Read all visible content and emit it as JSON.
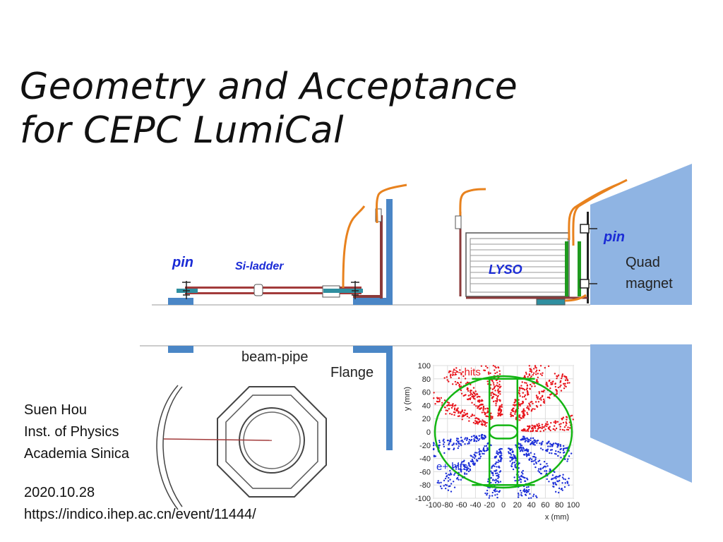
{
  "slide": {
    "title_line1": "Geometry and Acceptance",
    "title_line2": "for CEPC LumiCal",
    "author_name": "Suen Hou",
    "author_inst": "Inst. of Physics",
    "author_org": "Academia Sinica",
    "date": "2020.10.28",
    "url": "https://indico.ihep.ac.cn/event/11444/"
  },
  "diagram_labels": {
    "pin_left": "pin",
    "si_ladder": "Si-ladder",
    "lyso": "LYSO",
    "pin_right": "pin",
    "quad": "Quad",
    "magnet": "magnet",
    "beam_pipe": "beam-pipe",
    "flange": "Flange"
  },
  "hit_plot": {
    "y_axis_title": "y (mm)",
    "x_axis_title": "x (mm)",
    "y_ticks": [
      "100",
      "80",
      "60",
      "40",
      "20",
      "0",
      "-20",
      "-40",
      "-60",
      "-80",
      "-100"
    ],
    "x_ticks": [
      "-100",
      "-80",
      "-60",
      "-40",
      "-20",
      "0",
      "20",
      "40",
      "60",
      "80",
      "100"
    ],
    "legend_e_minus": "e- hits",
    "legend_e_plus": "e+ hits",
    "color_e_minus": "#e8141b",
    "color_e_plus": "#1c2fd8",
    "color_outline": "#13b513"
  },
  "colors": {
    "structure_blue": "#4a86c6",
    "quad_blue": "#8fb4e3",
    "cable_orange": "#e8821e",
    "ladder_red": "#a23b3b",
    "green_plate": "#1f9a1f"
  }
}
